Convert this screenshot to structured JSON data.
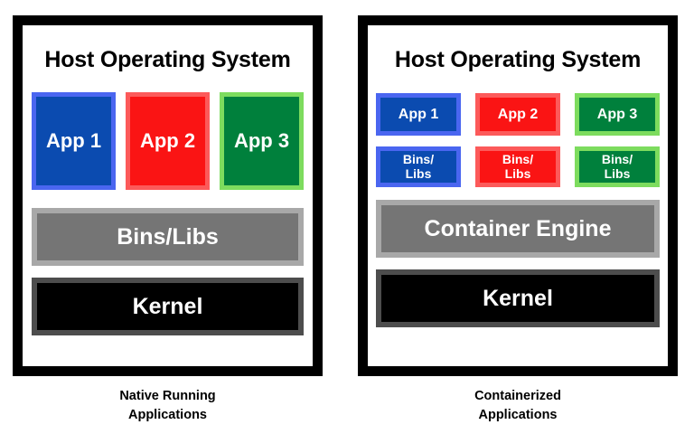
{
  "diagram": {
    "title_left": "Native Running Applications",
    "title_right": "Containerized Applications",
    "colors": {
      "blue_fill": "#0b4bb0",
      "blue_border": "#4a66f0",
      "red_fill": "#fa1414",
      "red_border": "#fc5a5a",
      "green_fill": "#00803c",
      "green_border": "#7ddc5e",
      "gray_fill": "#757575",
      "gray_border": "#a8a8a8",
      "kernel_fill": "#000000",
      "kernel_border": "#4d4d4d",
      "frame": "#000000",
      "background": "#ffffff"
    }
  },
  "left_panel": {
    "os_title": "Host Operating System",
    "apps": [
      {
        "label": "App 1",
        "color": "blue"
      },
      {
        "label": "App 2",
        "color": "red"
      },
      {
        "label": "App 3",
        "color": "green"
      }
    ],
    "shared_binslibs": "Bins/Libs",
    "kernel": "Kernel",
    "caption_line1": "Native Running",
    "caption_line2": "Applications"
  },
  "right_panel": {
    "os_title": "Host Operating System",
    "containers": [
      {
        "app_label": "App 1",
        "binslibs_line1": "Bins/",
        "binslibs_line2": "Libs",
        "color": "blue"
      },
      {
        "app_label": "App 2",
        "binslibs_line1": "Bins/",
        "binslibs_line2": "Libs",
        "color": "red"
      },
      {
        "app_label": "App 3",
        "binslibs_line1": "Bins/",
        "binslibs_line2": "Libs",
        "color": "green"
      }
    ],
    "container_engine": "Container Engine",
    "kernel": "Kernel",
    "caption_line1": "Containerized",
    "caption_line2": "Applications"
  }
}
